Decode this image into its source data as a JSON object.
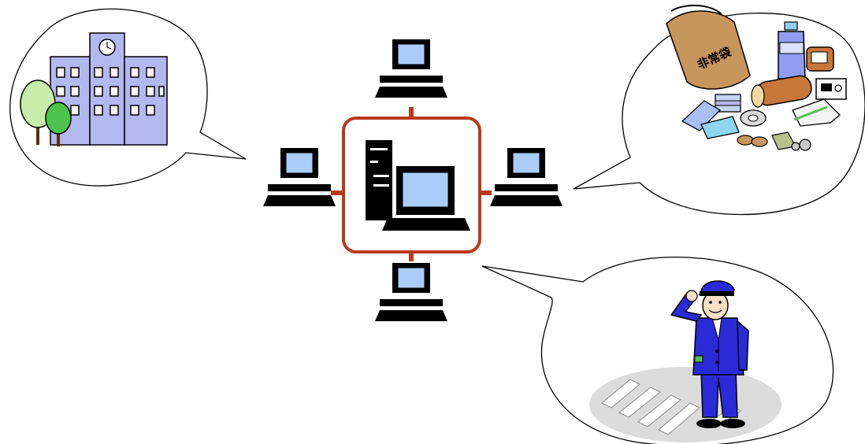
{
  "diagram": {
    "network_line_color": "#b83a1c",
    "screen_color": "#a9cdf7",
    "building_color": "#b4b8f0",
    "uniform_color": "#2a2ad8",
    "bubbles": [
      {
        "topic": "school-building"
      },
      {
        "topic": "emergency-supplies"
      },
      {
        "topic": "crossing-guard"
      }
    ],
    "emergency_bag_label": "非常袋"
  }
}
